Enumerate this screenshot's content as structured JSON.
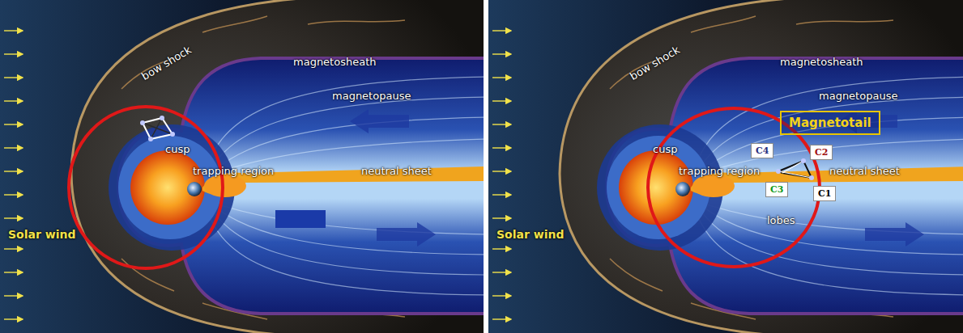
{
  "diagram": {
    "nodes": [
      {
        "text": [
          "Magnetotail"
        ]
      },
      {
        "text": [
          "C4"
        ]
      },
      {
        "text": [
          "C2"
        ]
      },
      {
        "text": [
          "C3"
        ]
      },
      {
        "text": [
          "C1"
        ]
      }
    ],
    "labels": [
      "bow shock",
      "magnetosheath",
      "magnetopause",
      "cusp",
      "trapping region",
      "neutral sheet",
      "Solar wind",
      "bow shock",
      "magnetosheath",
      "magnetopause",
      "cusp",
      "trapping region",
      "neutral sheet",
      "lobes",
      "Solar wind"
    ]
  }
}
